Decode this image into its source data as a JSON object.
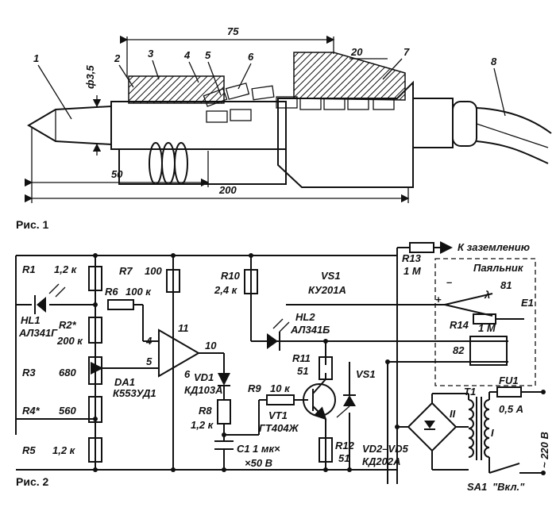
{
  "fig1": {
    "caption": "Рис. 1",
    "dims": {
      "d75": "75",
      "d20": "20",
      "d50": "50",
      "d200": "200",
      "dia": "ф3,5"
    },
    "parts": [
      "1",
      "2",
      "3",
      "4",
      "5",
      "6",
      "7",
      "8"
    ]
  },
  "fig2": {
    "caption": "Рис. 2",
    "components": {
      "r1": "R1",
      "r1v": "1,2 к",
      "r2": "R2*",
      "r2v": "200 к",
      "r3": "R3",
      "r3v": "680",
      "r4": "R4*",
      "r4v": "560",
      "r5": "R5",
      "r5v": "1,2 к",
      "r6": "R6",
      "r6v": "100 к",
      "r7": "R7",
      "r7v": "100",
      "r8": "R8",
      "r8v": "1,2 к",
      "r9": "R9",
      "r9v": "10 к",
      "r10": "R10",
      "r10v": "2,4 к",
      "r11": "R11",
      "r11v": "51",
      "r12": "R12",
      "r12v": "51",
      "r13": "R13",
      "r13v": "1 М",
      "r14": "R14",
      "r14v": "1 М",
      "hl1": "HL1",
      "hl1t": "АЛ341Г",
      "hl2": "HL2",
      "hl2t": "АЛ341Б",
      "da1": "DA1",
      "da1t": "К553УД1",
      "vd1": "VD1",
      "vd1t": "КД103А",
      "vt1": "VT1",
      "vt1t": "ГТ404Ж",
      "vs1": "VS1",
      "vs1t": "КУ201А",
      "vs1b": "VS1",
      "c1": "C1",
      "c1v": "1 мк×",
      "c1u": "×50 В",
      "bridge": "VD2–VD5",
      "bridget": "КД202А",
      "t1": "T1",
      "t1w1": "I",
      "t1w2": "II",
      "fu1": "FU1",
      "fu1v": "0,5 А",
      "sa1": "SA1",
      "sa1t": "\"Вкл.\"",
      "mains": "~ 220 В",
      "ground": "К заземлению",
      "iron": "Паяльник",
      "e1": "E1",
      "p81": "81",
      "p82": "82",
      "pin4": "4",
      "pin5": "5",
      "pin6": "6",
      "pin10": "10",
      "pin11": "11",
      "minus": "–",
      "plus": "+",
      "lam": "λ"
    }
  }
}
